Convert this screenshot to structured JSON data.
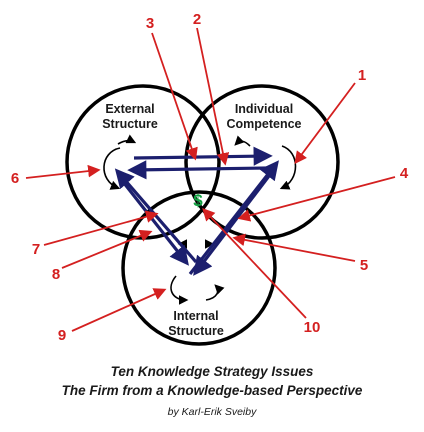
{
  "circles": {
    "external": {
      "line1": "External",
      "line2": "Structure"
    },
    "individual": {
      "line1": "Individual",
      "line2": "Competence"
    },
    "internal": {
      "line1": "Internal",
      "line2": "Structure"
    }
  },
  "center_symbol": "$",
  "numbers": [
    "1",
    "2",
    "3",
    "4",
    "5",
    "6",
    "7",
    "8",
    "9",
    "10"
  ],
  "caption": {
    "line1": "Ten Knowledge Strategy Issues",
    "line2": "The Firm from a Knowledge-based Perspective",
    "author": "by Karl-Erik Sveiby"
  },
  "colors": {
    "circle": "#000000",
    "flow_arrow": "#1c1f6e",
    "callout": "#d42020",
    "dollar": "#10a040"
  }
}
